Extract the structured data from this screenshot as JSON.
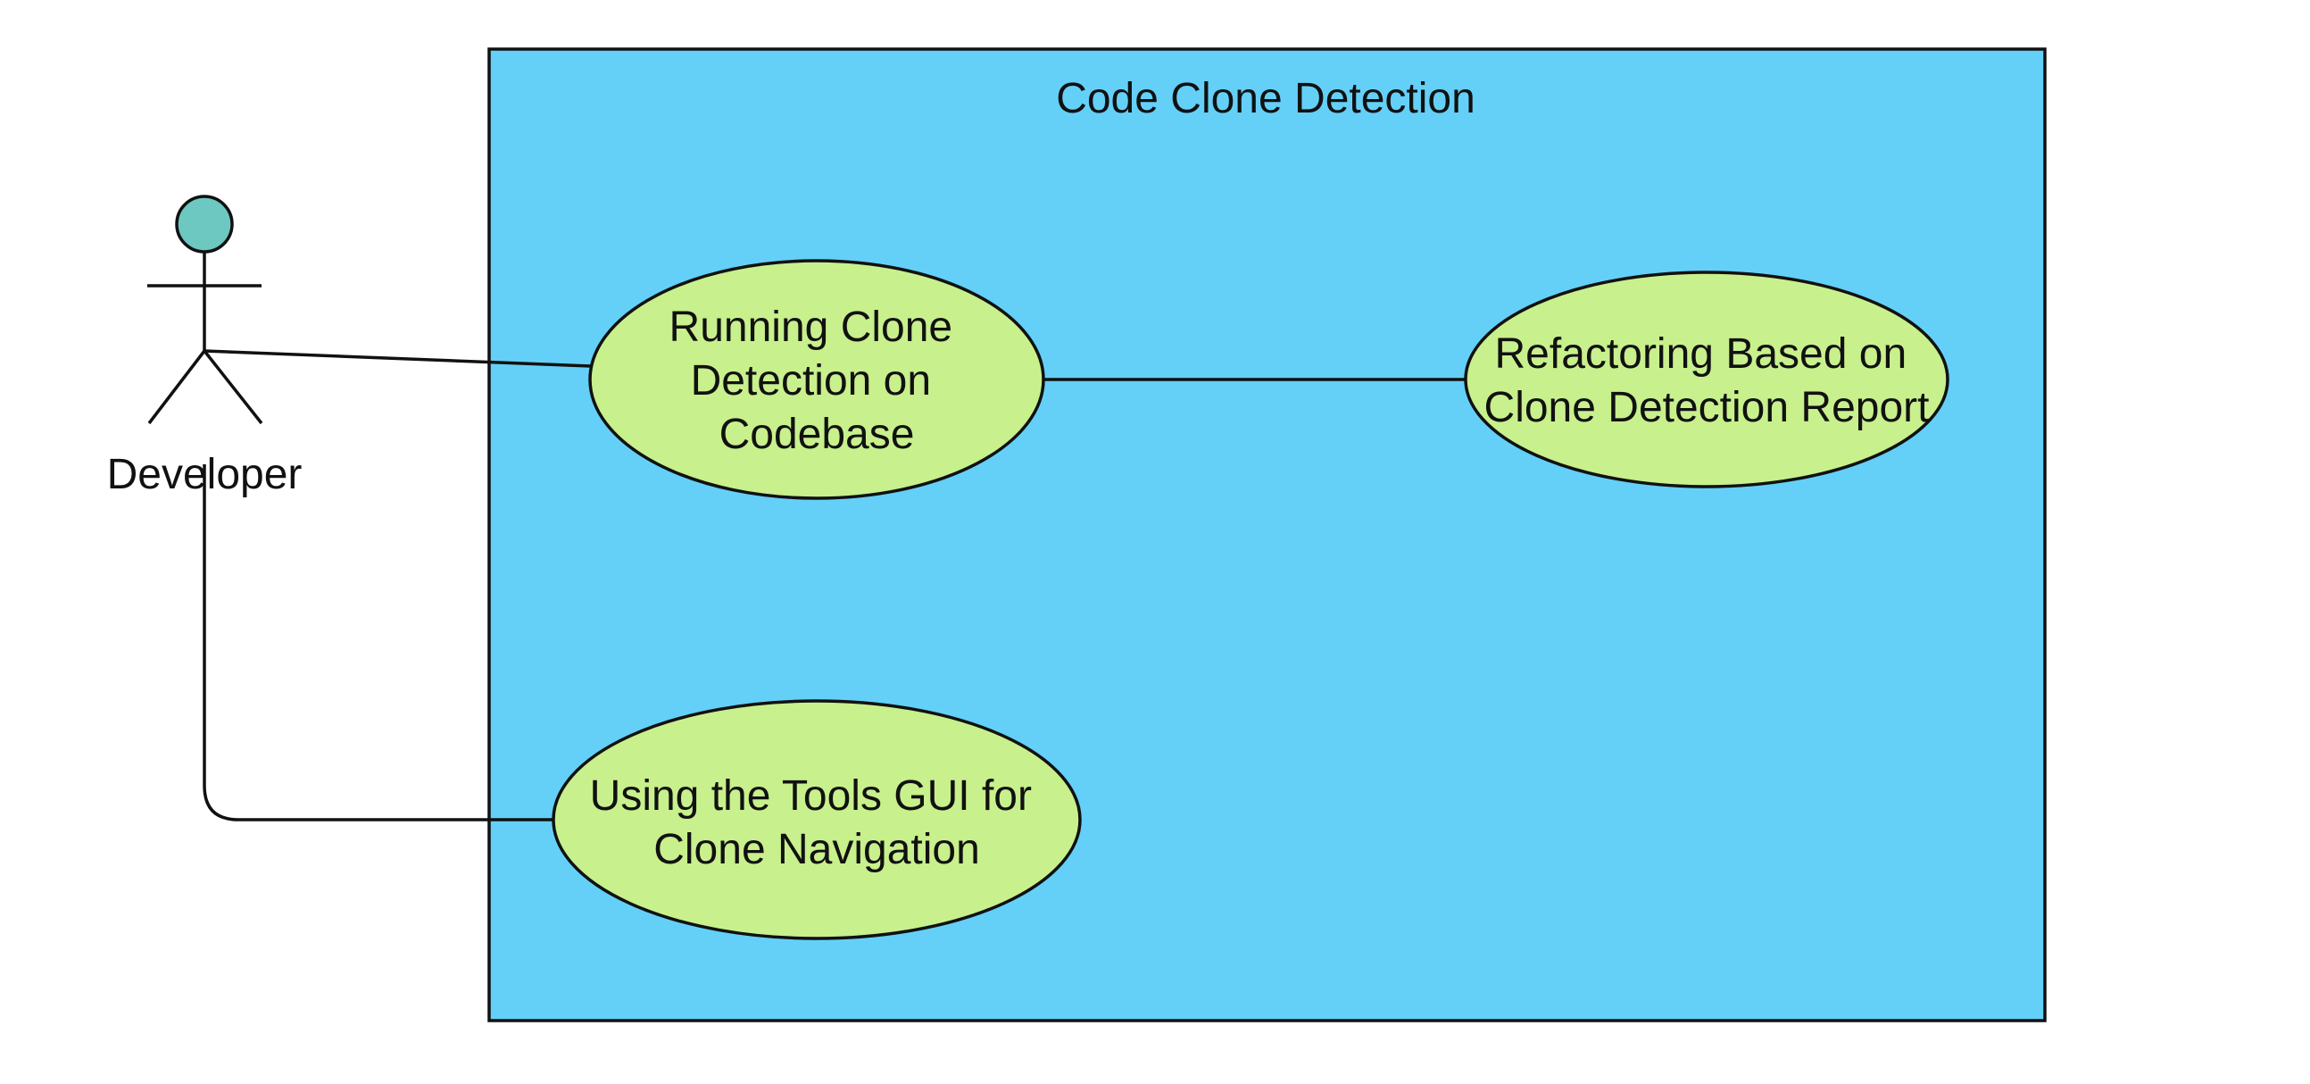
{
  "diagram": {
    "system": {
      "title": "Code Clone Detection",
      "fill": "#64D0F8"
    },
    "actor": {
      "label": "Developer",
      "head_color": "#6CC8C0"
    },
    "use_cases": [
      {
        "id": "running-clone-detection",
        "lines": [
          "Running Clone",
          "Detection on",
          "Codebase"
        ]
      },
      {
        "id": "refactoring",
        "lines": [
          "Refactoring Based on",
          "Clone Detection Report"
        ]
      },
      {
        "id": "tools-gui",
        "lines": [
          "Using the Tools GUI for",
          "Clone Navigation"
        ]
      }
    ],
    "use_case_fill": "#C8F08C",
    "associations": [
      {
        "from": "actor",
        "to": "running-clone-detection"
      },
      {
        "from": "running-clone-detection",
        "to": "refactoring"
      },
      {
        "from": "actor",
        "to": "tools-gui"
      }
    ]
  }
}
